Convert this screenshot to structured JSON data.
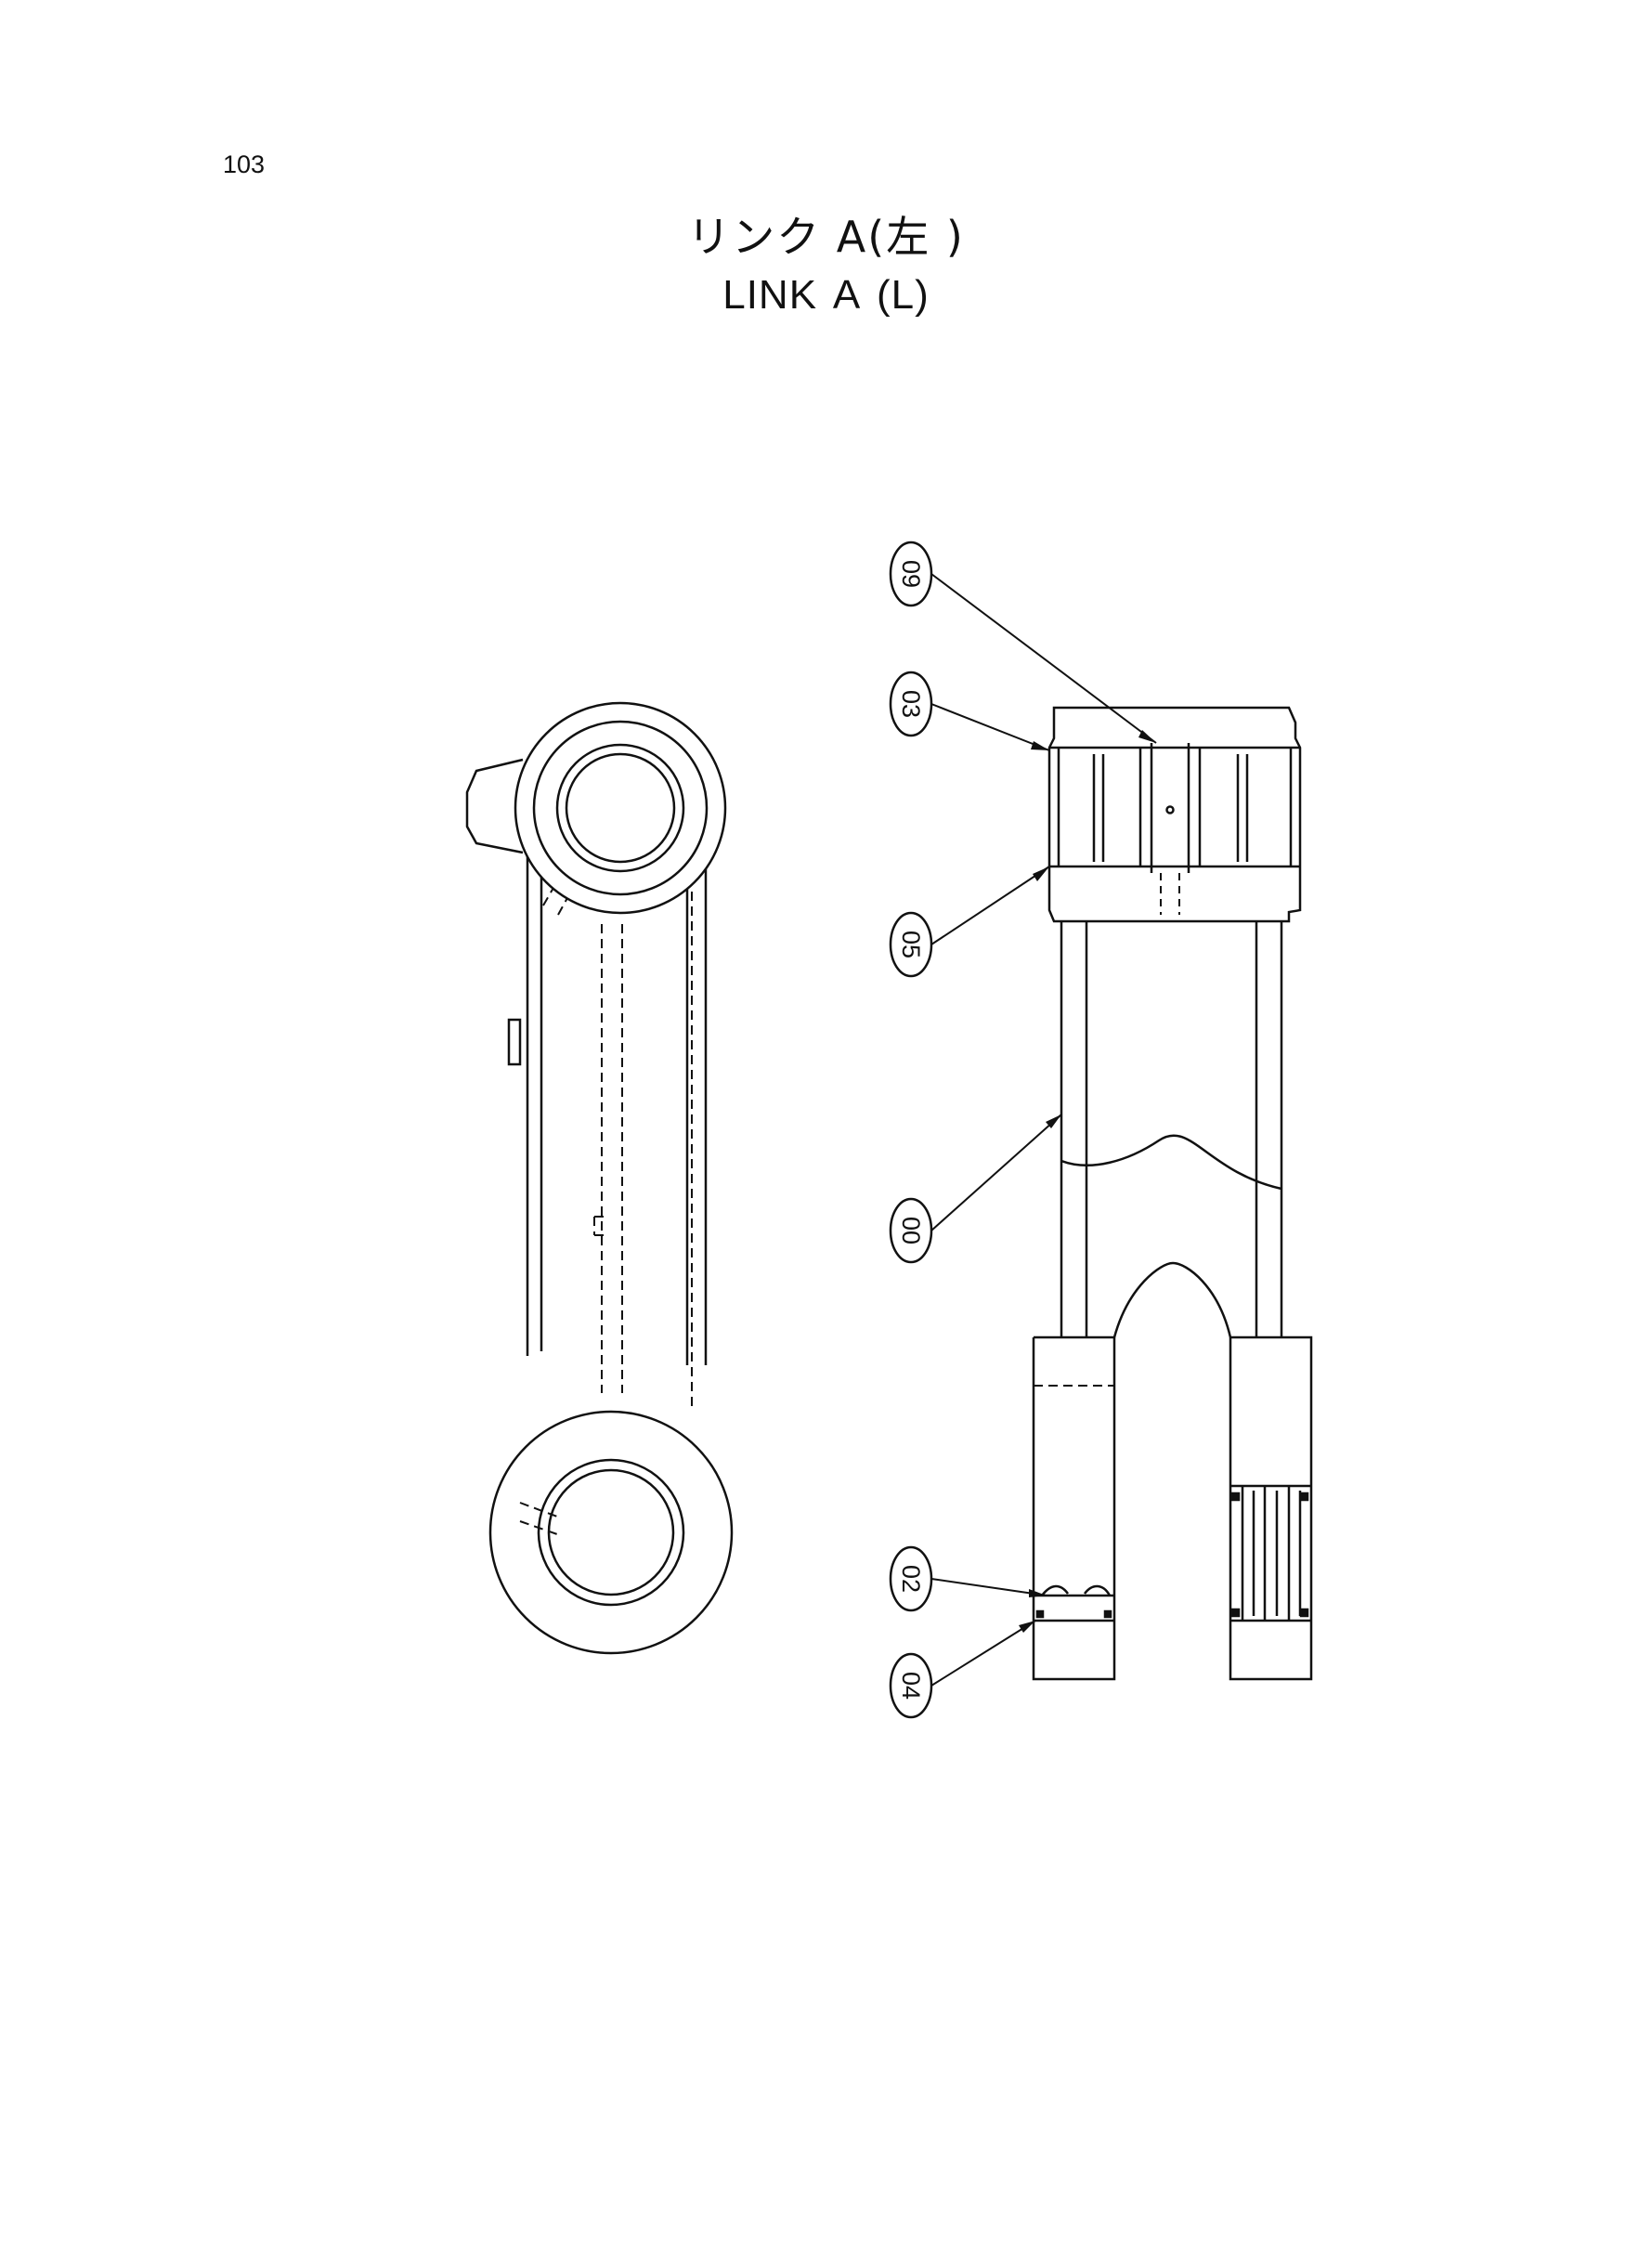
{
  "page": {
    "number": "103"
  },
  "title": {
    "japanese": "リンク A(左 )",
    "english": "LINK A (L)"
  },
  "callouts": [
    {
      "id": "09",
      "label": "09"
    },
    {
      "id": "03",
      "label": "03"
    },
    {
      "id": "05",
      "label": "05"
    },
    {
      "id": "00",
      "label": "00"
    },
    {
      "id": "02",
      "label": "02"
    },
    {
      "id": "04",
      "label": "04"
    }
  ]
}
